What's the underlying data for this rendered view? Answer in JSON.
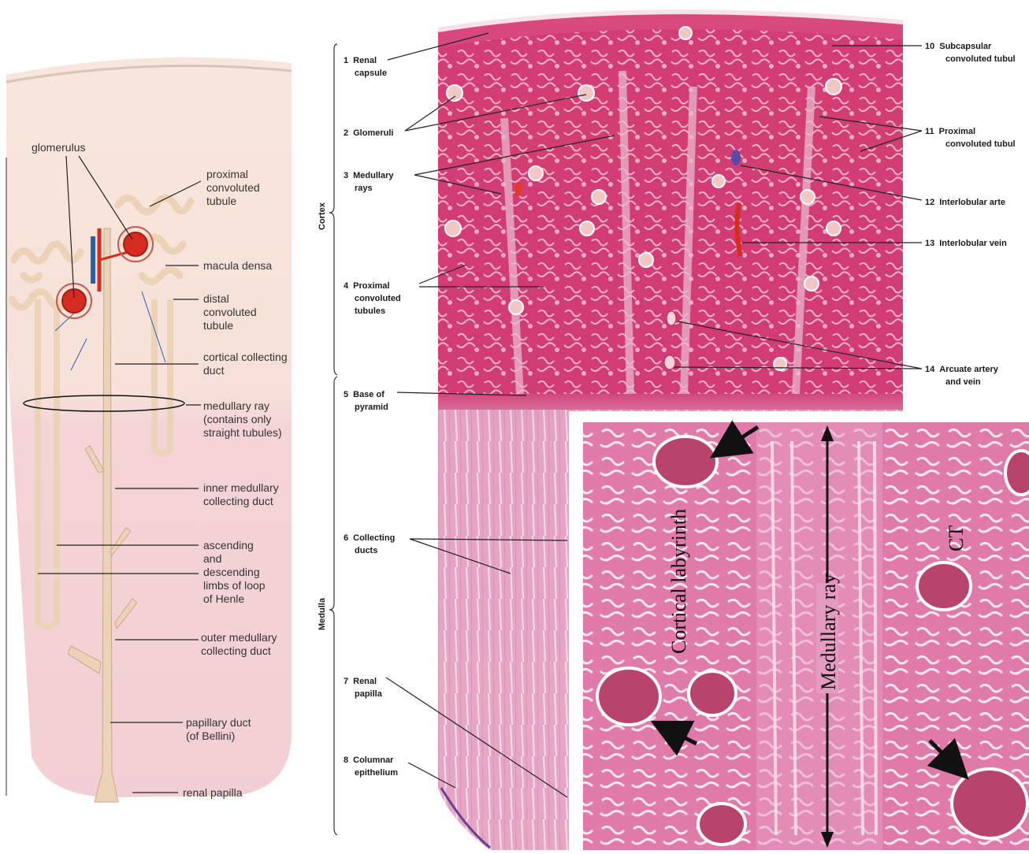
{
  "diagram": {
    "left_labels": [
      {
        "id": "glomerulus",
        "lines": [
          "glomerulus"
        ]
      },
      {
        "id": "pct",
        "lines": [
          "proximal",
          "convoluted",
          "tubule"
        ]
      },
      {
        "id": "macula",
        "lines": [
          "macula densa"
        ]
      },
      {
        "id": "dct",
        "lines": [
          "distal",
          "convoluted",
          "tubule"
        ]
      },
      {
        "id": "ccd",
        "lines": [
          "cortical collecting",
          "duct"
        ]
      },
      {
        "id": "mray",
        "lines": [
          "medullary ray",
          "(contains only",
          "straight tubules)"
        ]
      },
      {
        "id": "imcd",
        "lines": [
          "inner medullary",
          "collecting duct"
        ]
      },
      {
        "id": "loop",
        "lines": [
          "ascending",
          "and",
          "descending",
          "limbs of loop",
          "of Henle"
        ]
      },
      {
        "id": "omcd",
        "lines": [
          "outer medullary",
          "collecting duct"
        ]
      },
      {
        "id": "papduct",
        "lines": [
          "papillary duct",
          "(of Bellini)"
        ]
      },
      {
        "id": "renpap",
        "lines": [
          "renal papilla"
        ]
      }
    ]
  },
  "histology": {
    "section_labels": {
      "cortex": "Cortex",
      "medulla": "Medulla"
    },
    "left_numbered": [
      {
        "num": "1",
        "lines": [
          "Renal",
          "capsule"
        ]
      },
      {
        "num": "2",
        "lines": [
          "Glomeruli"
        ]
      },
      {
        "num": "3",
        "lines": [
          "Medullary",
          "rays"
        ]
      },
      {
        "num": "4",
        "lines": [
          "Proximal",
          "convoluted",
          "tubules"
        ]
      },
      {
        "num": "5",
        "lines": [
          "Base of",
          "pyramid"
        ]
      },
      {
        "num": "6",
        "lines": [
          "Collecting",
          "ducts"
        ]
      },
      {
        "num": "7",
        "lines": [
          "Renal",
          "papilla"
        ]
      },
      {
        "num": "8",
        "lines": [
          "Columnar",
          "epithelium"
        ]
      }
    ],
    "right_numbered": [
      {
        "num": "10",
        "lines": [
          "Subcapsular",
          "convoluted tubul"
        ]
      },
      {
        "num": "11",
        "lines": [
          "Proximal",
          "convoluted tubul"
        ]
      },
      {
        "num": "12",
        "lines": [
          "Interlobular arte"
        ]
      },
      {
        "num": "13",
        "lines": [
          "Interlobular vein"
        ]
      },
      {
        "num": "14",
        "lines": [
          "Arcuate artery",
          "and vein"
        ]
      }
    ]
  },
  "inset": {
    "cortical_labyrinth": "Cortical labyrinth",
    "medullary_ray": "Medullary ray",
    "ct": "CT"
  },
  "colors": {
    "cortex_pink": "#d9417a",
    "medulla_pink": "#e6a3c4",
    "diagram_bg": "#f6e1dc",
    "tubule_beige": "#ecd3b8",
    "artery_red": "#d62b1f",
    "vein_blue": "#2a5fb0"
  }
}
